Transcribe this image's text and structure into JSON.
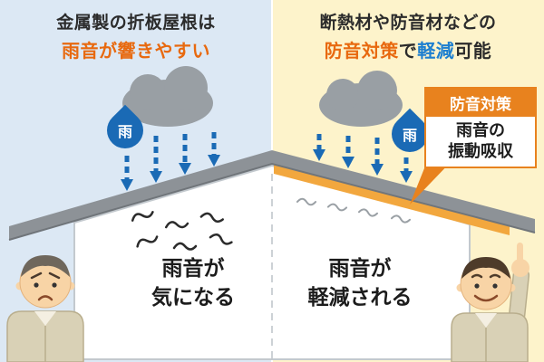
{
  "panels": {
    "left": {
      "title_line1": "金属製の折板屋根は",
      "title_line2": "雨音が響きやすい",
      "rain_drop_label": "雨",
      "caption_line1": "雨音が",
      "caption_line2": "気になる"
    },
    "right": {
      "title_line1": "断熱材や防音材などの",
      "title_seg_soundproof": "防音対策",
      "title_seg_de": "で",
      "title_seg_reduce": "軽減",
      "title_seg_possible": "可能",
      "rain_drop_label": "雨",
      "callout": {
        "header": "防音対策",
        "body_line1": "雨音の",
        "body_line2": "振動吸収"
      },
      "caption_line1": "雨音が",
      "caption_line2": "軽減される"
    }
  },
  "colors": {
    "left_background": "#dce8f4",
    "right_background": "#fdf3cb",
    "accent_orange": "#e8690f",
    "accent_blue": "#1d7fd0",
    "rain_blue": "#1a6ab5",
    "cloud_gray": "#999fa4",
    "roof_gray": "#8d9297",
    "soundproof_orange": "#f2a73e",
    "callout_orange": "#e8821e"
  }
}
